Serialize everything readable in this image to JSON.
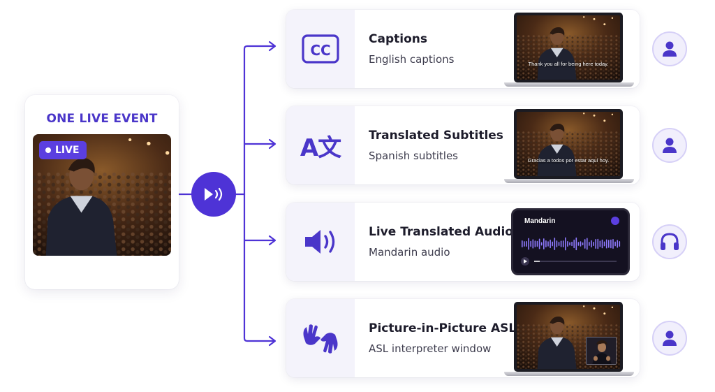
{
  "source": {
    "title": "ONE LIVE EVENT",
    "badge": "LIVE"
  },
  "hub": {
    "icon": "play-audio-icon"
  },
  "outputs": [
    {
      "icon": "closed-captions-icon",
      "title": "Captions",
      "subtitle": "English captions",
      "preview": "laptop",
      "caption": "Thank you all for being here today.",
      "end_icon": "user-icon"
    },
    {
      "icon": "translate-icon",
      "icon_glyph": "A文",
      "title": "Translated Subtitles",
      "subtitle": "Spanish subtitles",
      "preview": "laptop",
      "caption": "Gracias a todos por estar aquí hoy.",
      "end_icon": "user-icon"
    },
    {
      "icon": "speaker-icon",
      "title": "Live Translated Audio",
      "subtitle": "Mandarin audio",
      "preview": "phone",
      "phone_title": "Mandarin",
      "end_icon": "headphones-icon"
    },
    {
      "icon": "sign-language-hands-icon",
      "title": "Picture-in-Picture ASL",
      "subtitle": "ASL interpreter window",
      "preview": "laptop-pip",
      "end_icon": "user-icon"
    }
  ],
  "colors": {
    "accent": "#4e33d6",
    "accent_light": "#5b3fe0",
    "card_icon_bg": "#f4f3fb",
    "end_circle_bg": "#f1effc"
  }
}
